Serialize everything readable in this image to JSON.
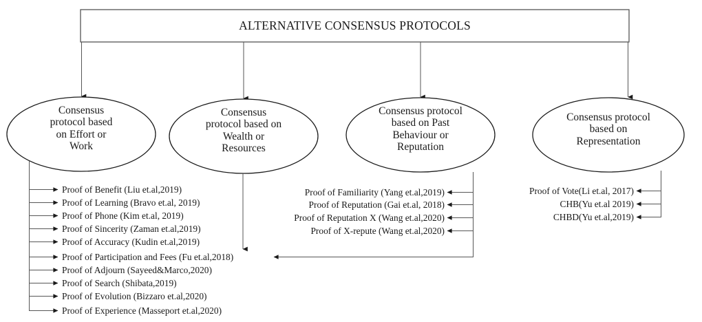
{
  "root": {
    "label": "ALTERNATIVE CONSENSUS PROTOCOLS"
  },
  "categories": [
    {
      "id": "effort-or-work",
      "label": "Consensus\nprotocol based\non Effort or\nWork",
      "lines": [
        "Consensus",
        "protocol based",
        "on Effort or",
        "Work"
      ]
    },
    {
      "id": "wealth-or-resources",
      "label": "Consensus\nprotocol based on\nWealth or\nResources",
      "lines": [
        "Consensus",
        "protocol based on",
        "Wealth or",
        "Resources"
      ]
    },
    {
      "id": "past-behaviour-or-reputation",
      "label": "Consensus protocol\nbased on Past\nBehaviour or\nReputation",
      "lines": [
        "Consensus protocol",
        "based on Past",
        "Behaviour or",
        "Reputation"
      ]
    },
    {
      "id": "representation",
      "label": "Consensus protocol\nbased on\nRepresentation",
      "lines": [
        "Consensus protocol",
        "based on",
        "Representation"
      ]
    }
  ],
  "leaves": {
    "effort_or_work": [
      "Proof of Benefit (Liu et.al,2019)",
      "Proof of Learning (Bravo et.al, 2019)",
      "Proof of Phone (Kim et.al, 2019)",
      "Proof of Sincerity (Zaman et.al,2019)",
      "Proof of Accuracy (Kudin et.al,2019)",
      "Proof of Participation and Fees (Fu et.al,2018)",
      "Proof of Adjourn (Sayeed&Marco,2020)",
      "Proof of Search (Shibata,2019)",
      "Proof of Evolution (Bizzaro et.al,2020)",
      "Proof of Experience (Masseport et.al,2020)"
    ],
    "past_behaviour_or_reputation": [
      "Proof of Familiarity (Yang et.al,2019)",
      "Proof of Reputation (Gai et.al, 2018)",
      "Proof of Reputation X (Wang et.al,2020)",
      "Proof of X-repute (Wang et.al,2020)"
    ],
    "representation": [
      "Proof of Vote(Li et.al, 2017)",
      "CHB(Yu et.al 2019)",
      "CHBD(Yu et.al,2019)"
    ]
  },
  "colors": {
    "stroke": "#1a1a1a",
    "thin_stroke": "#555555",
    "background": "#ffffff",
    "text": "#1a1a1a"
  }
}
